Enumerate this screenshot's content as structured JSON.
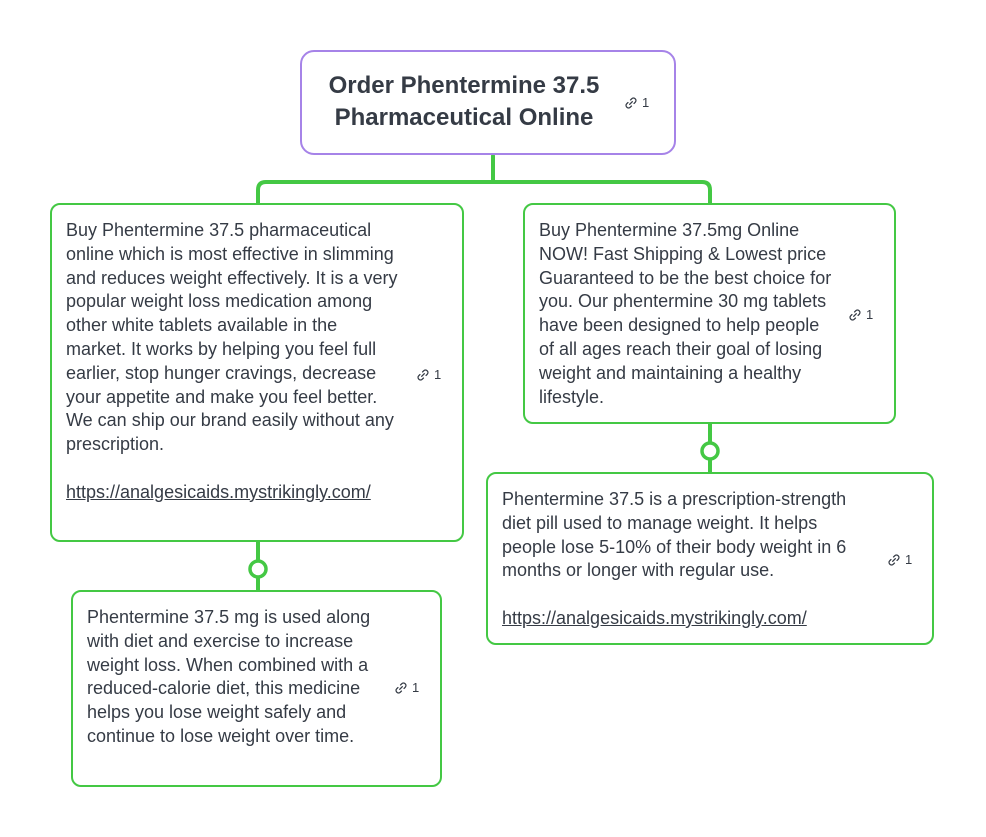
{
  "colors": {
    "root_border": "#a683e8",
    "branch": "#44c844",
    "text": "#353b45"
  },
  "root": {
    "title": "Order Phentermine 37.5 Pharmaceutical Online",
    "link_count": "1"
  },
  "nodes": {
    "left": {
      "text": "Buy Phentermine 37.5 pharmaceutical online which is most effective in slimming and reduces weight effectively. It is a very popular weight loss medication among other white tablets available in the market. It works by helping you feel full earlier, stop hunger cravings, decrease your appetite and make you feel better. We can ship our brand easily without any prescription.",
      "url": "https://analgesicaids.mystrikingly.com/",
      "link_count": "1"
    },
    "left_child": {
      "text": "Phentermine 37.5 mg is used along with diet and exercise to increase weight loss. When combined with a reduced-calorie diet, this medicine helps you lose weight safely and continue to lose weight over time.",
      "link_count": "1"
    },
    "right": {
      "text": "Buy Phentermine 37.5mg Online NOW! Fast Shipping & Lowest price Guaranteed to be the best choice for you. Our phentermine 30 mg tablets have been designed to help people of all ages reach their goal of losing weight and maintaining a healthy lifestyle.",
      "link_count": "1"
    },
    "right_child": {
      "text": "Phentermine 37.5 is a prescription-strength diet pill used to manage weight. It helps people lose 5-10% of their body weight in 6 months or longer with regular use.",
      "url": "https://analgesicaids.mystrikingly.com/",
      "link_count": "1"
    }
  }
}
